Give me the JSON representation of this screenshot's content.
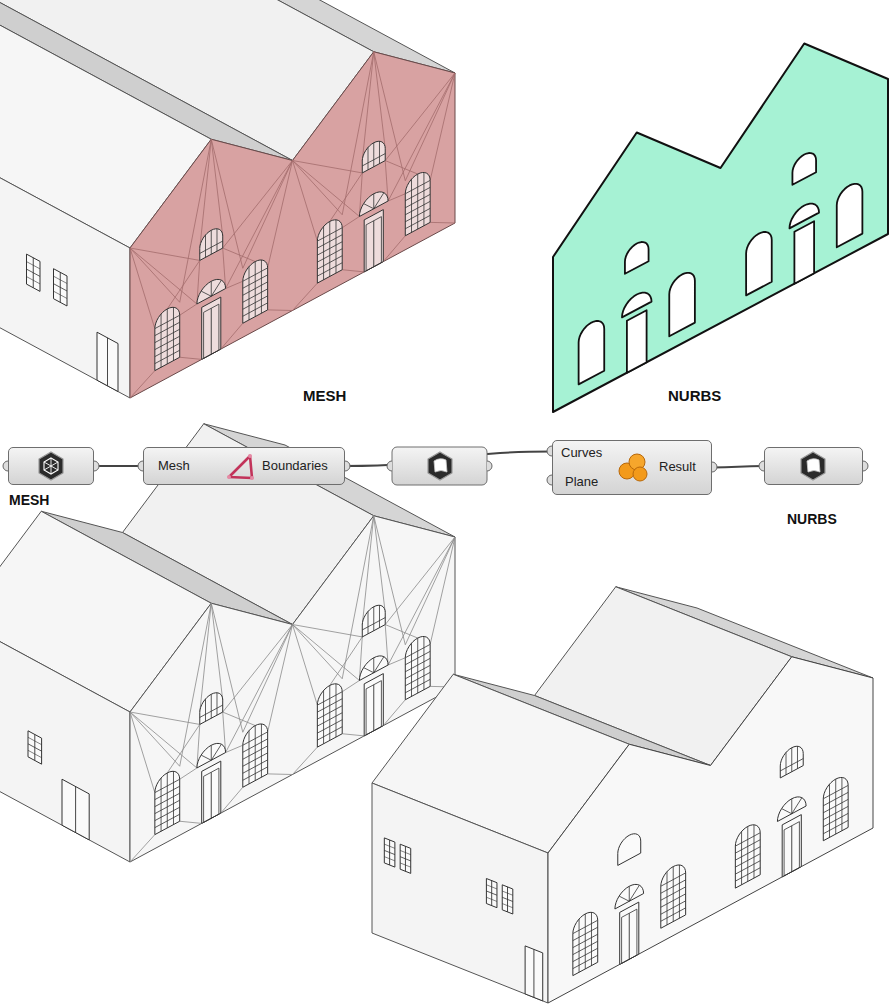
{
  "diagram": {
    "nodes": [
      {
        "text": [
          "MESH"
        ]
      },
      {
        "text": [
          "Mesh",
          "Boundaries"
        ]
      },
      {
        "text": [
          "Curves",
          "Plane",
          "Result"
        ]
      },
      {
        "text": [
          "NURBS"
        ]
      }
    ],
    "edges": [
      {
        "from": 0,
        "to": 1,
        "arrow": "none"
      },
      {
        "from": 1,
        "to": 2,
        "arrow": "none"
      },
      {
        "from": 2,
        "to": 3,
        "arrow": "none"
      }
    ],
    "labels": [
      "MESH",
      "NURBS"
    ]
  }
}
